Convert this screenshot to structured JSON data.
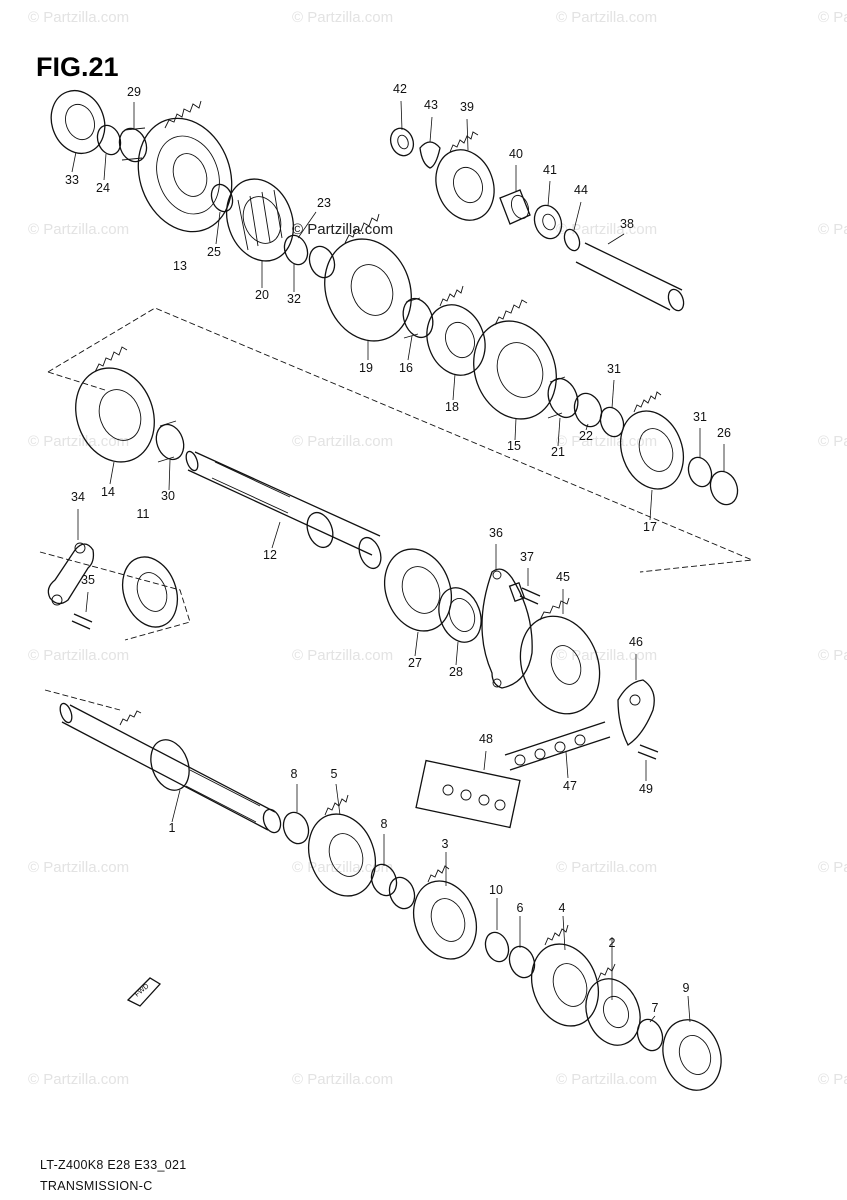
{
  "figure": {
    "title": "FIG.21",
    "model_code": "LT-Z400K8 E28 E33_021",
    "section_name": "TRANSMISSION-C"
  },
  "watermark": {
    "text": "© Partzilla.com",
    "site_label": "© Partzilla.com"
  },
  "parts": [
    {
      "ref": "1"
    },
    {
      "ref": "2"
    },
    {
      "ref": "3"
    },
    {
      "ref": "4"
    },
    {
      "ref": "5"
    },
    {
      "ref": "6"
    },
    {
      "ref": "7"
    },
    {
      "ref": "8"
    },
    {
      "ref": "8"
    },
    {
      "ref": "9"
    },
    {
      "ref": "10"
    },
    {
      "ref": "11"
    },
    {
      "ref": "12"
    },
    {
      "ref": "13"
    },
    {
      "ref": "14"
    },
    {
      "ref": "15"
    },
    {
      "ref": "16"
    },
    {
      "ref": "17"
    },
    {
      "ref": "18"
    },
    {
      "ref": "19"
    },
    {
      "ref": "20"
    },
    {
      "ref": "21"
    },
    {
      "ref": "22"
    },
    {
      "ref": "23"
    },
    {
      "ref": "24"
    },
    {
      "ref": "25"
    },
    {
      "ref": "26"
    },
    {
      "ref": "27"
    },
    {
      "ref": "28"
    },
    {
      "ref": "29"
    },
    {
      "ref": "30"
    },
    {
      "ref": "31"
    },
    {
      "ref": "31"
    },
    {
      "ref": "32"
    },
    {
      "ref": "33"
    },
    {
      "ref": "34"
    },
    {
      "ref": "35"
    },
    {
      "ref": "36"
    },
    {
      "ref": "37"
    },
    {
      "ref": "38"
    },
    {
      "ref": "39"
    },
    {
      "ref": "40"
    },
    {
      "ref": "41"
    },
    {
      "ref": "42"
    },
    {
      "ref": "43"
    },
    {
      "ref": "44"
    },
    {
      "ref": "45"
    },
    {
      "ref": "46"
    },
    {
      "ref": "47"
    },
    {
      "ref": "48"
    },
    {
      "ref": "49"
    }
  ],
  "fwd_arrow_label": "FWD"
}
